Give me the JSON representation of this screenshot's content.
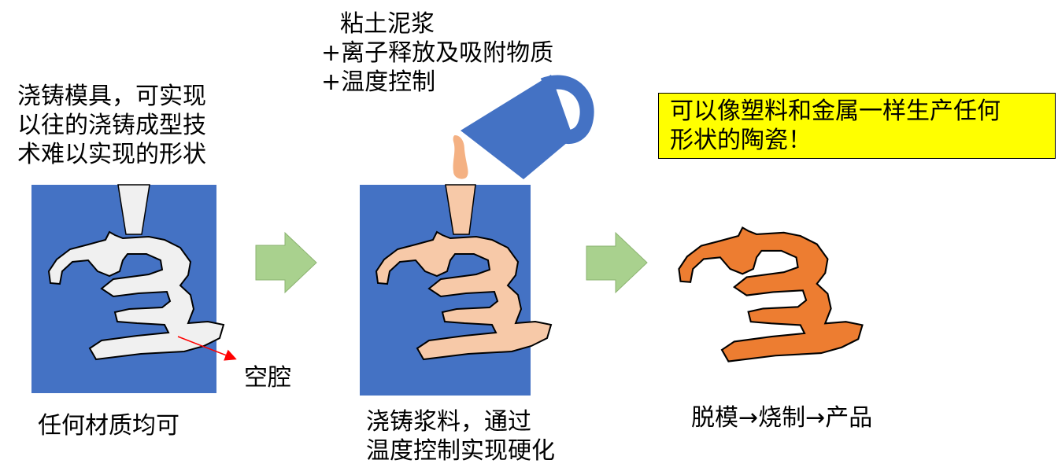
{
  "left_caption": [
    "浇铸模具，可实现",
    "以往的浇铸成型技",
    "术难以实现的形状"
  ],
  "cavity_label": "空腔",
  "left_bottom": "任何材质均可",
  "pour_caption": [
    "粘土泥浆",
    "+离子释放及吸附物质",
    "+温度控制"
  ],
  "middle_bottom": [
    "浇铸浆料，通过",
    "温度控制实现硬化"
  ],
  "right_bottom": "脱模→烧制→产品",
  "callout": [
    "可以像塑料和金属一样生产任何",
    "形状的陶瓷！"
  ],
  "colors": {
    "mold_blue": "#4472c4",
    "cavity_white": "#f0f0f0",
    "slurry_peach": "#f7c9a8",
    "product_orange": "#ed7d31",
    "arrow_green": "#a9d18e",
    "callout_yellow": "#ffff00",
    "pointer_red": "#ff0000"
  }
}
